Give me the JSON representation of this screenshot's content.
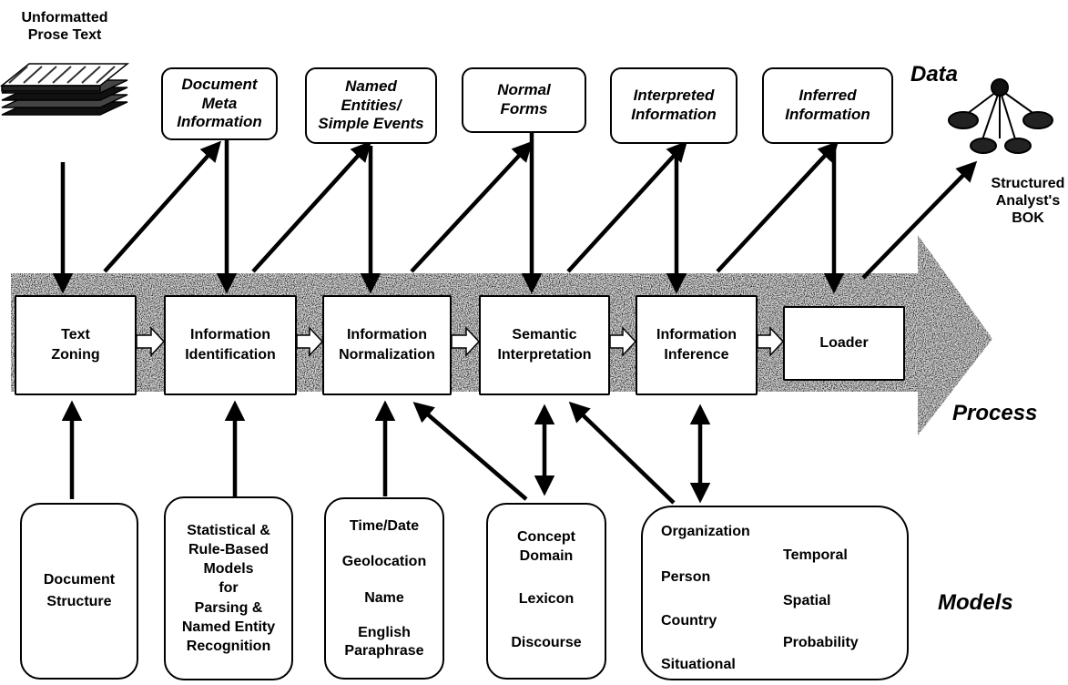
{
  "input": {
    "label": "Unformatted\nProse Text",
    "icon": "stacked-documents-icon"
  },
  "output": {
    "label": "Structured\nAnalyst's\nBOK",
    "icon": "network-tree-icon"
  },
  "sections": {
    "data": "Data",
    "process": "Process",
    "models": "Models"
  },
  "data_items": [
    "Document\nMeta\nInformation",
    "Named\nEntities/\nSimple Events",
    "Normal\nForms",
    "Interpreted\nInformation",
    "Inferred\nInformation"
  ],
  "process_steps": [
    "Text\nZoning",
    "Information\nIdentification",
    "Information\nNormalization",
    "Semantic\nInterpretation",
    "Information\nInference",
    "Loader"
  ],
  "models": {
    "document_structure": "Document\nStructure",
    "parsing": "Statistical &\nRule-Based\nModels\nfor\nParsing &\nNamed Entity\nRecognition",
    "normalization": [
      "Time/Date",
      "Geolocation",
      "Name",
      "English\nParaphrase"
    ],
    "semantic": [
      "Concept\nDomain",
      "Lexicon",
      "Discourse"
    ],
    "inference_left": [
      "Organization",
      "Person",
      "Country",
      "Situational"
    ],
    "inference_right": [
      "Temporal",
      "Spatial",
      "Probability"
    ]
  }
}
